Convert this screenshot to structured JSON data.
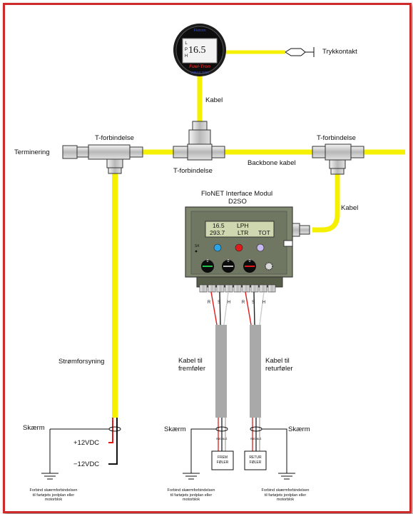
{
  "gauge": {
    "brand": "Flotron",
    "display_letters": [
      "L",
      "P",
      "H"
    ],
    "value": "16.5",
    "product": "Fuel-Tron",
    "model": "VIMAX 2000"
  },
  "labels": {
    "trykkontakt": "Trykkontakt",
    "kabel_top": "Kabel",
    "t_forbindelse_left": "T-forbindelse",
    "t_forbindelse_mid": "T-forbindelse",
    "t_forbindelse_right": "T-forbindelse",
    "terminering": "Terminering",
    "backbone": "Backbone kabel",
    "kabel_right": "Kabel",
    "module_title": "FloNET Interface Modul",
    "module_model": "D2SO",
    "stromforsyning": "Strømforsyning",
    "kabel_til_frem_1": "Kabel til",
    "kabel_til_frem_2": "fremføler",
    "kabel_til_retur_1": "Kabel til",
    "kabel_til_retur_2": "returføler",
    "skaerm_left": "Skærm",
    "skaerm_mid": "Skærm",
    "skaerm_right": "Skærm",
    "plus12": "+12VDC",
    "minus12": "−12VDC",
    "s4": "S4"
  },
  "module_display": {
    "row1": {
      "value": "16.5",
      "unit": "LPH"
    },
    "row2": {
      "value": "293.7",
      "unit": "LTR",
      "mode": "TOT"
    }
  },
  "terminal_letters": [
    "R",
    "S",
    "H",
    "R",
    "S",
    "H"
  ],
  "sensors": {
    "frem": [
      "FREM",
      "FØLER"
    ],
    "retur": [
      "RETUR",
      "FØLER"
    ],
    "wire_labels": [
      "RØD",
      "BLÅ"
    ]
  },
  "ground_notes": {
    "left": [
      "Forbind skærmforbindelsen",
      "til fartøjets jordplan eller",
      "motorblok"
    ],
    "mid": [
      "Forbind skærmforbindelsen",
      "til fartøjets jordplan eller",
      "motorblok"
    ],
    "right": [
      "Forbind skærmforbindelsen",
      "til fartøjets jordplan eller",
      "motorblok"
    ]
  },
  "colors": {
    "frame": "#cf2a2a",
    "cable": "#f4f000",
    "module": "#7e866e",
    "screen": "#cfd7b0",
    "gray_cable": "#a9a9a9"
  }
}
